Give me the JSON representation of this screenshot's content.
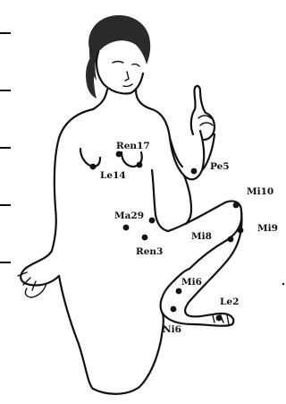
{
  "points": [
    {
      "id": "ren17",
      "label": "Ren17"
    },
    {
      "id": "lel14",
      "label": "Le14"
    },
    {
      "id": "pe5",
      "label": "Pe5"
    },
    {
      "id": "mi10",
      "label": "Mi10"
    },
    {
      "id": "ma29",
      "label": "Ma29"
    },
    {
      "id": "mi9",
      "label": "Mi9"
    },
    {
      "id": "mi8",
      "label": "Mi8"
    },
    {
      "id": "ren3",
      "label": "Ren3"
    },
    {
      "id": "mi6",
      "label": "Mi6"
    },
    {
      "id": "le2",
      "label": "Le2"
    },
    {
      "id": "ni6",
      "label": "Ni6"
    }
  ]
}
